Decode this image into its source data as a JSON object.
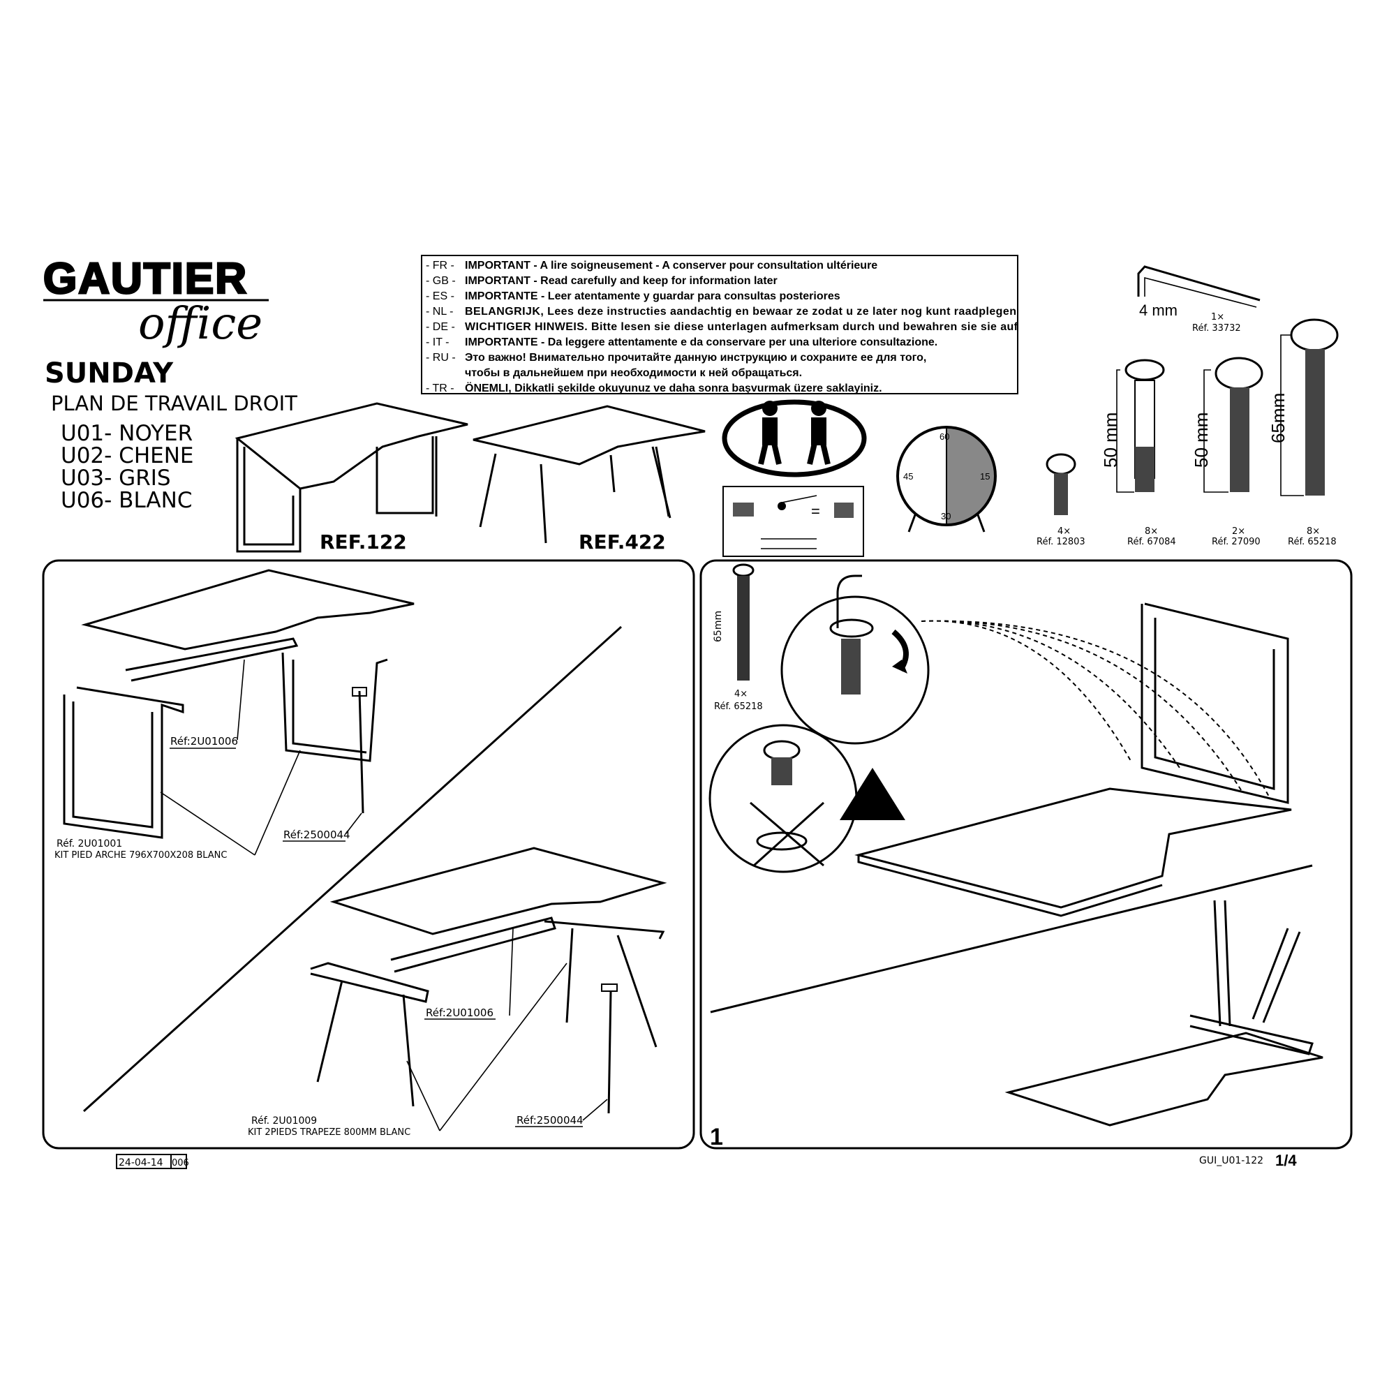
{
  "header": {
    "brand": "GAUTIER",
    "brand_sub": "office",
    "product": "SUNDAY",
    "subtitle": "PLAN DE TRAVAIL DROIT",
    "finishes": [
      "U01- NOYER",
      "U02- CHENE",
      "U03- GRIS",
      "U06- BLANC"
    ]
  },
  "notice": [
    {
      "lang": "- FR -",
      "text": "IMPORTANT - A lire soigneusement - A conserver pour consultation ultérieure"
    },
    {
      "lang": "- GB -",
      "text": "IMPORTANT - Read carefully and keep for information later"
    },
    {
      "lang": "- ES -",
      "text": "IMPORTANTE - Leer atentamente y guardar para consultas posteriores"
    },
    {
      "lang": "- NL -",
      "text": "BELANGRIJK, Lees deze instructies aandachtig en bewaar ze zodat u ze later nog kunt raadplegen"
    },
    {
      "lang": "- DE -",
      "text": "WICHTIGER HINWEIS. Bitte lesen sie diese unterlagen aufmerksam durch und bewahren sie sie auf"
    },
    {
      "lang": "-  IT -",
      "text": "IMPORTANTE - Da leggere attentamente e da conservare per una ulteriore consultazione."
    },
    {
      "lang": "- RU -",
      "text": "Это важно! Внимательно прочитайте данную инструкцию и сохраните ее для того,"
    },
    {
      "lang": "",
      "text": "чтобы в дальнейшем при необходимости к ней обращаться."
    },
    {
      "lang": "- TR -",
      "text": "ÖNEMLI, Dikkatli şekilde okuyunuz ve daha sonra başvurmak üzere saklayiniz."
    }
  ],
  "models": [
    "REF.122",
    "REF.422"
  ],
  "clock": {
    "marks": [
      "60",
      "15",
      "30",
      "45"
    ],
    "fill_fraction": 0.5
  },
  "hardware": [
    {
      "size": "4 mm",
      "qty": "1×",
      "ref": "Réf. 33732"
    },
    {
      "size": "",
      "qty": "4×",
      "ref": "Réf. 12803"
    },
    {
      "size": "50 mm",
      "qty": "8×",
      "ref": "Réf. 67084"
    },
    {
      "size": "50 mm",
      "qty": "2×",
      "ref": "Réf. 27090"
    },
    {
      "size": "65mm",
      "qty": "8×",
      "ref": "Réf. 65218"
    }
  ],
  "left_panel": {
    "labels": {
      "top_crossbar": "Réf:2U01006",
      "top_leg": "Réf:2500044",
      "arch_ref": "Réf. 2U01001",
      "arch_desc": "KIT PIED ARCHE 796X700X208 BLANC",
      "bottom_crossbar": "Réf:2U01006",
      "trap_ref": "Réf. 2U01009",
      "trap_desc": "KIT 2PIEDS TRAPEZE 800MM BLANC",
      "bottom_leg": "Réf:2500044"
    }
  },
  "right_panel": {
    "step": "1",
    "screw": {
      "size": "65mm",
      "qty": "4×",
      "ref": "Réf. 65218"
    }
  },
  "footer": {
    "date": "24-04-14",
    "rev": "006",
    "doc_code": "GUI_U01-122",
    "page": "1/4"
  }
}
